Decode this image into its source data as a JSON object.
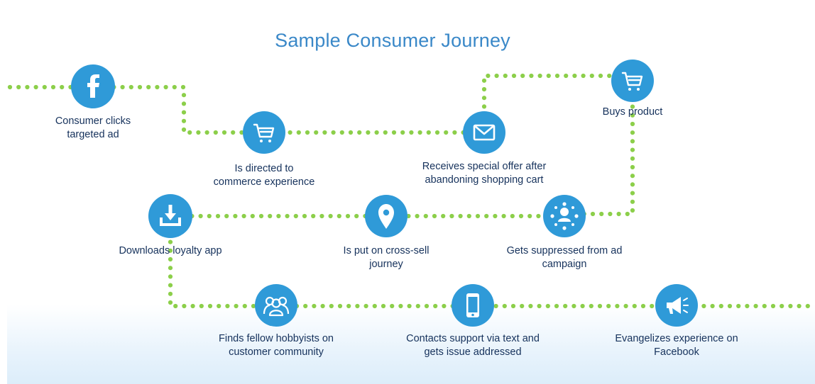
{
  "title": "Sample Consumer Journey",
  "colors": {
    "path": "#8ccf4a",
    "node": "#2f9ad8",
    "text": "#16325c",
    "title": "#3a88c8"
  },
  "steps": [
    {
      "icon": "facebook-icon",
      "label": "Consumer clicks\ntargeted ad"
    },
    {
      "icon": "cart-icon",
      "label": "Is directed to\ncommerce experience"
    },
    {
      "icon": "email-icon",
      "label": "Receives special offer after\nabandoning shopping cart"
    },
    {
      "icon": "cart-icon",
      "label": "Buys product"
    },
    {
      "icon": "audience-icon",
      "label": "Gets suppressed from ad\ncampaign"
    },
    {
      "icon": "location-pin-icon",
      "label": "Is put on cross-sell\njourney"
    },
    {
      "icon": "download-icon",
      "label": "Downloads loyalty app"
    },
    {
      "icon": "community-icon",
      "label": "Finds fellow hobbyists on\ncustomer community"
    },
    {
      "icon": "mobile-phone-icon",
      "label": "Contacts support via text and\ngets issue addressed"
    },
    {
      "icon": "megaphone-icon",
      "label": "Evangelizes experience on\nFacebook"
    }
  ]
}
